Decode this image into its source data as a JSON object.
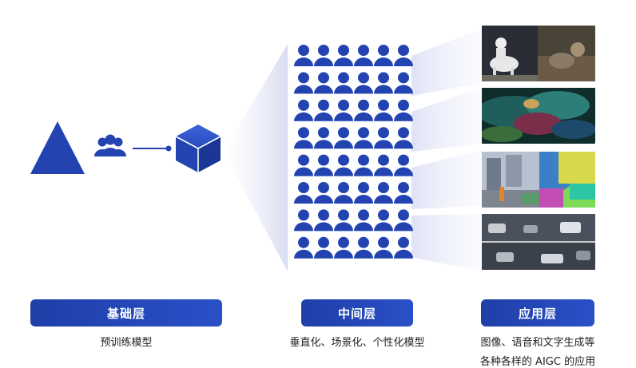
{
  "colors": {
    "primary": "#2243b0",
    "pill": "#2446b8",
    "fan": "#d9dcf3",
    "text": "#222222"
  },
  "layers": [
    {
      "title": "基础层",
      "captions": [
        "预训练模型"
      ]
    },
    {
      "title": "中间层",
      "captions": [
        "垂直化、场景化、个性化模型"
      ]
    },
    {
      "title": "应用层",
      "captions": [
        "图像、语音和文字生成等",
        "各种各样的 AIGC 的应用"
      ]
    }
  ],
  "icons": {
    "base": [
      "triangle-icon",
      "user-group-icon",
      "connector-arrow",
      "cube-icon"
    ],
    "middle": "user-group-icon",
    "app": [
      "astronaut-horse-image",
      "abstract-art-image",
      "street-segmentation-image",
      "surveillance-image"
    ]
  }
}
